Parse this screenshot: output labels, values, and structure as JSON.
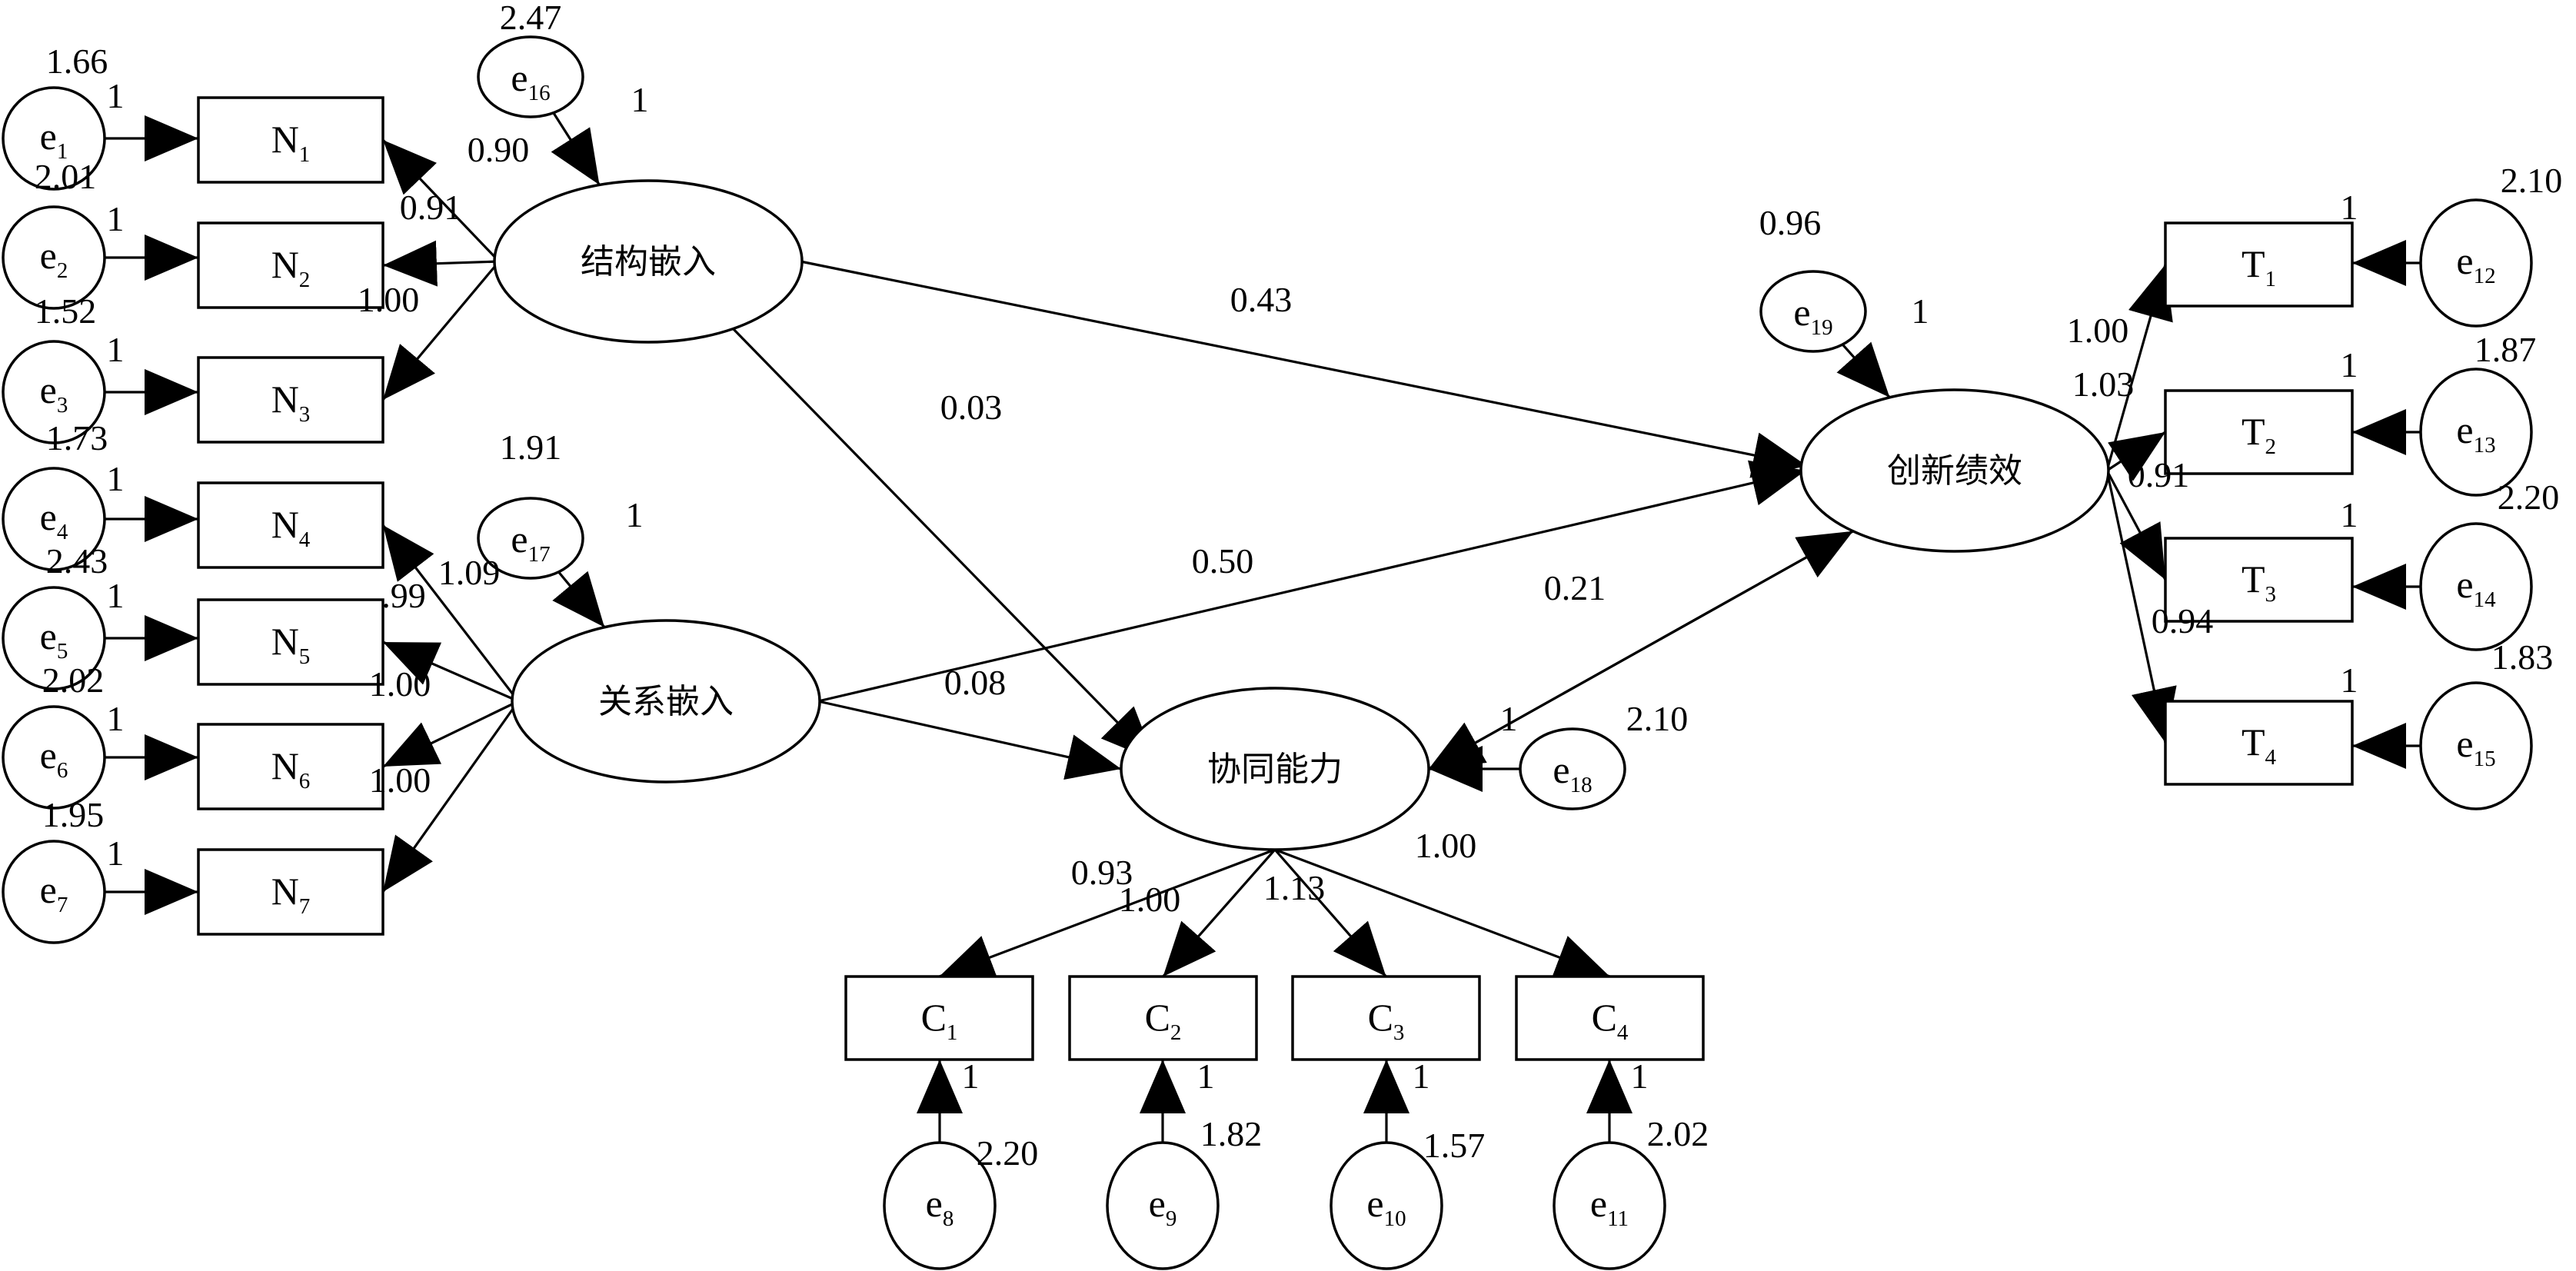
{
  "latents": [
    {
      "id": "L1",
      "label": "结构嵌入"
    },
    {
      "id": "L2",
      "label": "关系嵌入"
    },
    {
      "id": "L3",
      "label": "协同能力"
    },
    {
      "id": "L4",
      "label": "创新绩效"
    }
  ],
  "indicators": [
    {
      "id": "N1",
      "main": "N",
      "sub": "1",
      "error": "e1",
      "variance": "1.66",
      "error_path": "1",
      "latent": "L1",
      "loading": "0.90"
    },
    {
      "id": "N2",
      "main": "N",
      "sub": "2",
      "error": "e2",
      "variance": "2.01",
      "error_path": "1",
      "latent": "L1",
      "loading": "0.91"
    },
    {
      "id": "N3",
      "main": "N",
      "sub": "3",
      "error": "e3",
      "variance": "1.52",
      "error_path": "1",
      "latent": "L1",
      "loading": "1.00"
    },
    {
      "id": "N4",
      "main": "N",
      "sub": "4",
      "error": "e4",
      "variance": "1.73",
      "error_path": "1",
      "latent": "L2",
      "loading": "1.09"
    },
    {
      "id": "N5",
      "main": "N",
      "sub": "5",
      "error": "e5",
      "variance": "2.43",
      "error_path": "1",
      "latent": "L2",
      "loading": ".99"
    },
    {
      "id": "N6",
      "main": "N",
      "sub": "6",
      "error": "e6",
      "variance": "2.02",
      "error_path": "1",
      "latent": "L2",
      "loading": "1.00"
    },
    {
      "id": "N7",
      "main": "N",
      "sub": "7",
      "error": "e7",
      "variance": "1.95",
      "error_path": "1",
      "latent": "L2",
      "loading": "1.00"
    },
    {
      "id": "C1",
      "main": "C",
      "sub": "1",
      "error": "e8",
      "variance": "2.20",
      "error_path": "1",
      "latent": "L3",
      "loading": "0.93"
    },
    {
      "id": "C2",
      "main": "C",
      "sub": "2",
      "error": "e9",
      "variance": "1.82",
      "error_path": "1",
      "latent": "L3",
      "loading": "1.00"
    },
    {
      "id": "C3",
      "main": "C",
      "sub": "3",
      "error": "e10",
      "variance": "1.57",
      "error_path": "1",
      "latent": "L3",
      "loading": "1.13"
    },
    {
      "id": "C4",
      "main": "C",
      "sub": "4",
      "error": "e11",
      "variance": "2.02",
      "error_path": "1",
      "latent": "L3",
      "loading": "1.00"
    },
    {
      "id": "T1",
      "main": "T",
      "sub": "1",
      "error": "e12",
      "variance": "2.10",
      "error_path": "1",
      "latent": "L4",
      "loading": "1.00"
    },
    {
      "id": "T2",
      "main": "T",
      "sub": "2",
      "error": "e13",
      "variance": "1.87",
      "error_path": "1",
      "latent": "L4",
      "loading": "1.03"
    },
    {
      "id": "T3",
      "main": "T",
      "sub": "3",
      "error": "e14",
      "variance": "2.20",
      "error_path": "1",
      "latent": "L4",
      "loading": "0.91"
    },
    {
      "id": "T4",
      "main": "T",
      "sub": "4",
      "error": "e15",
      "variance": "1.83",
      "error_path": "1",
      "latent": "L4",
      "loading": "0.94"
    }
  ],
  "disturbances": [
    {
      "id": "e16",
      "main": "e",
      "sub": "16",
      "variance": "2.47",
      "path": "1",
      "target": "L1"
    },
    {
      "id": "e17",
      "main": "e",
      "sub": "17",
      "variance": "1.91",
      "path": "1",
      "target": "L2"
    },
    {
      "id": "e18",
      "main": "e",
      "sub": "18",
      "variance": "2.10",
      "path": "1",
      "target": "L3"
    },
    {
      "id": "e19",
      "main": "e",
      "sub": "19",
      "variance": "0.96",
      "path": "1",
      "target": "L4"
    }
  ],
  "structural_paths": [
    {
      "from": "L1",
      "to": "L4",
      "coef": "0.43"
    },
    {
      "from": "L1",
      "to": "L3",
      "coef": "0.03"
    },
    {
      "from": "L2",
      "to": "L4",
      "coef": "0.50"
    },
    {
      "from": "L2",
      "to": "L3",
      "coef": "0.08"
    },
    {
      "from": "L3",
      "to": "L4",
      "coef": "0.21"
    }
  ]
}
